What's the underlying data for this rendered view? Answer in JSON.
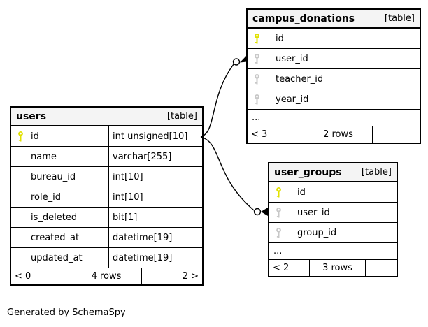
{
  "credit": "Generated by SchemaSpy",
  "colors": {
    "primary_key": "#e1e100",
    "foreign_key": "#c8c8c8",
    "header_bg": "#f4f4f4",
    "line": "#000000",
    "background": "#ffffff"
  },
  "tables": [
    {
      "title": "campus_donations",
      "tag": "[table]",
      "columns": [
        {
          "name": "id",
          "key": "primary"
        },
        {
          "name": "user_id",
          "key": "foreign"
        },
        {
          "name": "teacher_id",
          "key": "foreign"
        },
        {
          "name": "year_id",
          "key": "foreign"
        }
      ],
      "ellipsis": "...",
      "footer": {
        "left": "< 3",
        "center": "2 rows",
        "right": ""
      }
    },
    {
      "title": "users",
      "tag": "[table]",
      "columns": [
        {
          "name": "id",
          "type": "int unsigned[10]",
          "key": "primary"
        },
        {
          "name": "name",
          "type": "varchar[255]"
        },
        {
          "name": "bureau_id",
          "type": "int[10]"
        },
        {
          "name": "role_id",
          "type": "int[10]"
        },
        {
          "name": "is_deleted",
          "type": "bit[1]"
        },
        {
          "name": "created_at",
          "type": "datetime[19]"
        },
        {
          "name": "updated_at",
          "type": "datetime[19]"
        }
      ],
      "footer": {
        "left": "< 0",
        "center": "4 rows",
        "right": "2 >"
      }
    },
    {
      "title": "user_groups",
      "tag": "[table]",
      "columns": [
        {
          "name": "id",
          "key": "primary"
        },
        {
          "name": "user_id",
          "key": "foreign"
        },
        {
          "name": "group_id",
          "key": "foreign"
        }
      ],
      "ellipsis": "...",
      "footer": {
        "left": "< 2",
        "center": "3 rows",
        "right": ""
      }
    }
  ],
  "relationships": [
    {
      "from": "users.id",
      "to": "campus_donations.user_id"
    },
    {
      "from": "users.id",
      "to": "user_groups.user_id"
    }
  ]
}
